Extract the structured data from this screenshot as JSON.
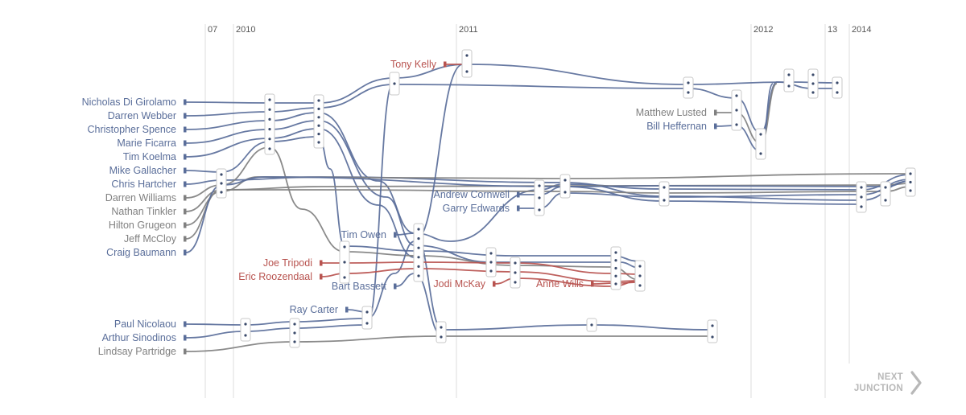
{
  "colors": {
    "blue": "#5a6e9a",
    "red": "#b8534f",
    "grey": "#808080",
    "axis": "#dcdcdc",
    "box": "#c8c8c8",
    "next": "#b8b8b8"
  },
  "years": [
    "07",
    "2010",
    "2011",
    "2012",
    "13",
    "2014"
  ],
  "people": [
    {
      "id": "ndg",
      "label": "Nicholas Di Girolamo",
      "party": "blue"
    },
    {
      "id": "dwb",
      "label": "Darren Webber",
      "party": "blue"
    },
    {
      "id": "csp",
      "label": "Christopher Spence",
      "party": "blue"
    },
    {
      "id": "mfi",
      "label": "Marie Ficarra",
      "party": "blue"
    },
    {
      "id": "tko",
      "label": "Tim Koelma",
      "party": "blue"
    },
    {
      "id": "mga",
      "label": "Mike Gallacher",
      "party": "blue"
    },
    {
      "id": "cha",
      "label": "Chris Hartcher",
      "party": "blue"
    },
    {
      "id": "dwi",
      "label": "Darren Williams",
      "party": "grey"
    },
    {
      "id": "nti",
      "label": "Nathan Tinkler",
      "party": "grey"
    },
    {
      "id": "hgr",
      "label": "Hilton Grugeon",
      "party": "grey"
    },
    {
      "id": "jmc",
      "label": "Jeff McCloy",
      "party": "grey"
    },
    {
      "id": "cba",
      "label": "Craig Baumann",
      "party": "blue"
    },
    {
      "id": "pni",
      "label": "Paul Nicolaou",
      "party": "blue"
    },
    {
      "id": "asi",
      "label": "Arthur Sinodinos",
      "party": "blue"
    },
    {
      "id": "lpa",
      "label": "Lindsay Partridge",
      "party": "grey"
    },
    {
      "id": "tke",
      "label": "Tony Kelly",
      "party": "red"
    },
    {
      "id": "mlu",
      "label": "Matthew Lusted",
      "party": "grey"
    },
    {
      "id": "bhe",
      "label": "Bill Heffernan",
      "party": "blue"
    },
    {
      "id": "aco",
      "label": "Andrew Cornwell",
      "party": "blue"
    },
    {
      "id": "ged",
      "label": "Garry Edwards",
      "party": "blue"
    },
    {
      "id": "tow",
      "label": "Tim Owen",
      "party": "blue"
    },
    {
      "id": "jtr",
      "label": "Joe Tripodi",
      "party": "red"
    },
    {
      "id": "ero",
      "label": "Eric Roozendaal",
      "party": "red"
    },
    {
      "id": "bba",
      "label": "Bart Bassett",
      "party": "blue"
    },
    {
      "id": "jmk",
      "label": "Jodi McKay",
      "party": "red"
    },
    {
      "id": "awi",
      "label": "Anne Wills",
      "party": "red"
    },
    {
      "id": "rca",
      "label": "Ray Carter",
      "party": "blue"
    }
  ],
  "next_button": {
    "line1": "NEXT",
    "line2": "JUNCTION"
  }
}
